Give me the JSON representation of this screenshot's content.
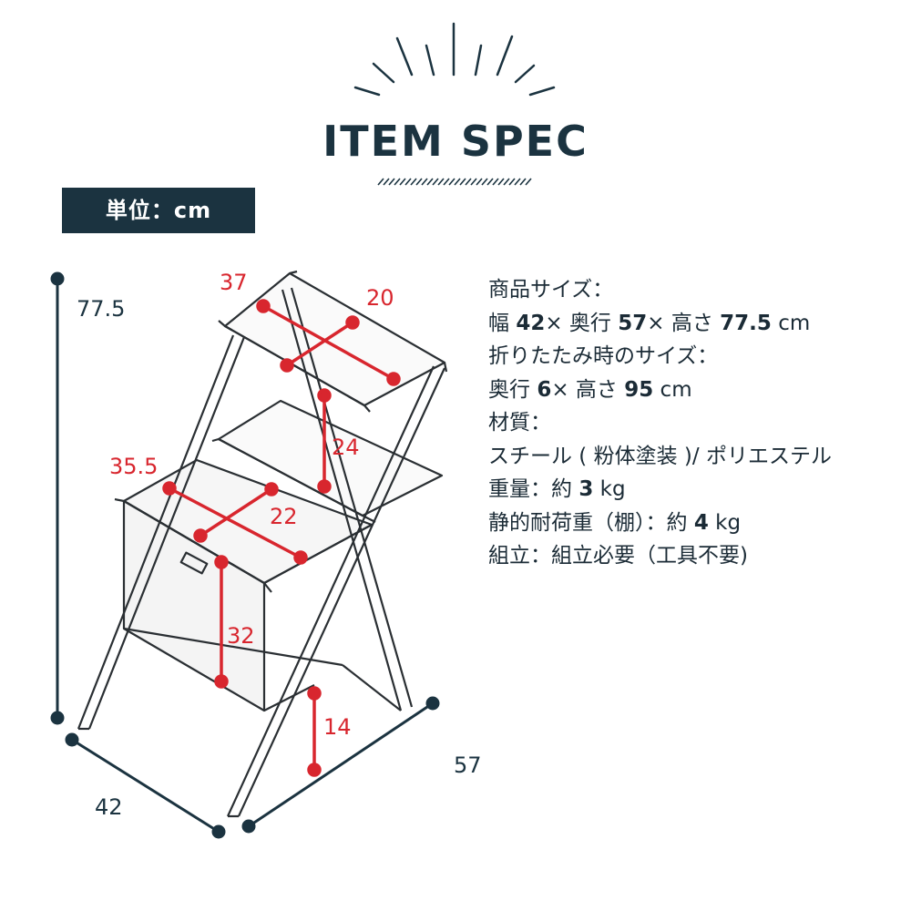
{
  "title": "ITEM SPEC",
  "unit_label": "単位：cm",
  "dimensions": {
    "height": "77.5",
    "width": "42",
    "depth": "57",
    "top_shelf_width": "37",
    "top_shelf_depth": "20",
    "shelf_gap": "24",
    "basket_width": "35.5",
    "basket_depth": "22",
    "basket_height": "32",
    "floor_clearance": "14"
  },
  "specs": [
    {
      "text": "商品サイズ："
    },
    {
      "parts": [
        {
          "t": "幅 "
        },
        {
          "t": "42",
          "b": true
        },
        {
          "t": "× 奥行 "
        },
        {
          "t": "57",
          "b": true
        },
        {
          "t": "× 高さ "
        },
        {
          "t": "77.5",
          "b": true
        },
        {
          "t": " cm"
        }
      ]
    },
    {
      "text": "折りたたみ時のサイズ："
    },
    {
      "parts": [
        {
          "t": "奥行 "
        },
        {
          "t": "6",
          "b": true
        },
        {
          "t": "× 高さ "
        },
        {
          "t": "95",
          "b": true
        },
        {
          "t": " cm"
        }
      ]
    },
    {
      "text": "材質："
    },
    {
      "text": "スチール ( 粉体塗装 )/ ポリエステル"
    },
    {
      "parts": [
        {
          "t": "重量：約 "
        },
        {
          "t": "3",
          "b": true
        },
        {
          "t": " kg"
        }
      ]
    },
    {
      "parts": [
        {
          "t": "静的耐荷重（棚）：約 "
        },
        {
          "t": "4",
          "b": true
        },
        {
          "t": " kg"
        }
      ]
    },
    {
      "text": "組立：組立必要（工具不要)"
    }
  ],
  "colors": {
    "navy": "#1b3340",
    "red": "#d8262e"
  }
}
